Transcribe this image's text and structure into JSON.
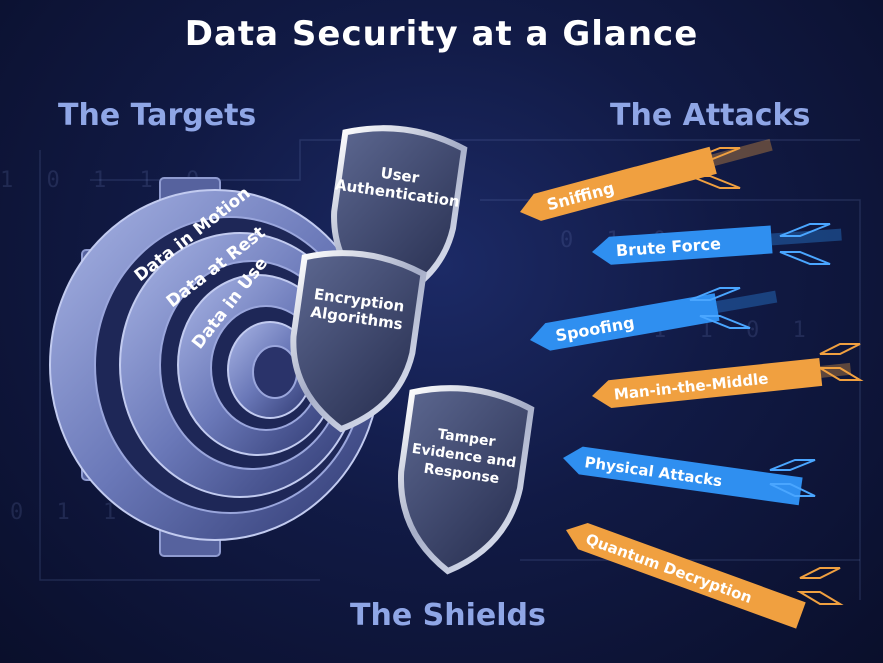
{
  "title": "Data Security at a Glance",
  "sections": {
    "targets": "The Targets",
    "attacks": "The Attacks",
    "shields": "The Shields"
  },
  "targets": [
    "Data in Motion",
    "Data at Rest",
    "Data in Use"
  ],
  "shields": [
    [
      "User",
      "Authentication"
    ],
    [
      "Encryption",
      "Algorithms"
    ],
    [
      "Tamper",
      "Evidence and",
      "Response"
    ]
  ],
  "attacks": [
    {
      "label": "Sniffing",
      "color": "#e89a3c"
    },
    {
      "label": "Brute Force",
      "color": "#2f8ff0"
    },
    {
      "label": "Spoofing",
      "color": "#2f8ff0"
    },
    {
      "label": "Man-in-the-Middle",
      "color": "#e89a3c"
    },
    {
      "label": "Physical Attacks",
      "color": "#2f8ff0"
    },
    {
      "label": "Quantum Decryption",
      "color": "#e89a3c"
    }
  ],
  "background_bits": [
    "1 0   1 1 0",
    "0 1 0   1",
    "1 0 1 1   0 1",
    "0 1   1 0 1 0"
  ]
}
